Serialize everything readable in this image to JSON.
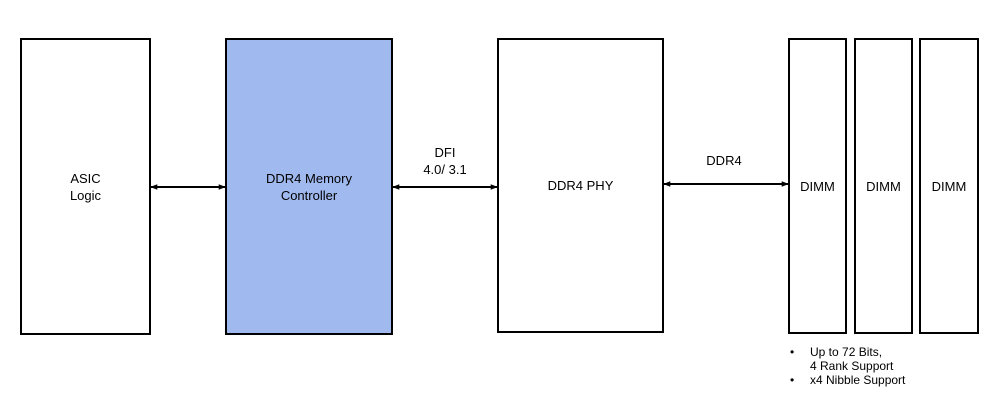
{
  "blocks": {
    "asic": "ASIC\nLogic",
    "memory_controller": "DDR4 Memory\nController",
    "phy": "DDR4 PHY",
    "dimms": [
      "DIMM",
      "DIMM",
      "DIMM"
    ]
  },
  "interfaces": {
    "dfi": "DFI\n4.0/ 3.1",
    "ddr4": "DDR4"
  },
  "notes": [
    "Up to 72 Bits,\n4 Rank Support",
    "x4 Nibble Support"
  ],
  "colors": {
    "controller_fill": "#a0b9ee",
    "border": "#000000"
  }
}
